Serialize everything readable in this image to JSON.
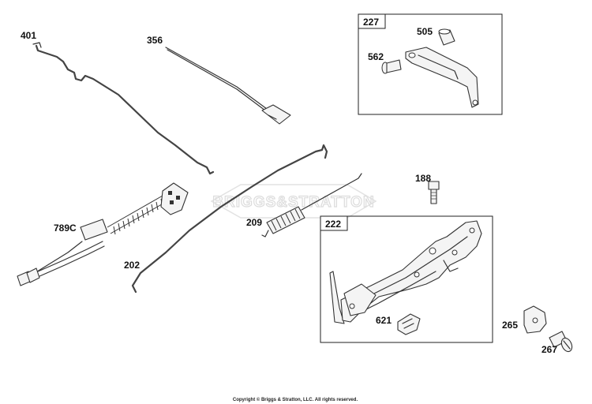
{
  "parts": {
    "p401": "401",
    "p356": "356",
    "p789c": "789C",
    "p202": "202",
    "p209": "209",
    "p188": "188",
    "p621": "621",
    "p265": "265",
    "p267": "267",
    "p505": "505",
    "p562": "562"
  },
  "boxes": {
    "b227": "227",
    "b222": "222"
  },
  "watermark": "BRIGGS&STRATTON",
  "copyright": "Copyright © Briggs & Stratton, LLC. All rights reserved."
}
